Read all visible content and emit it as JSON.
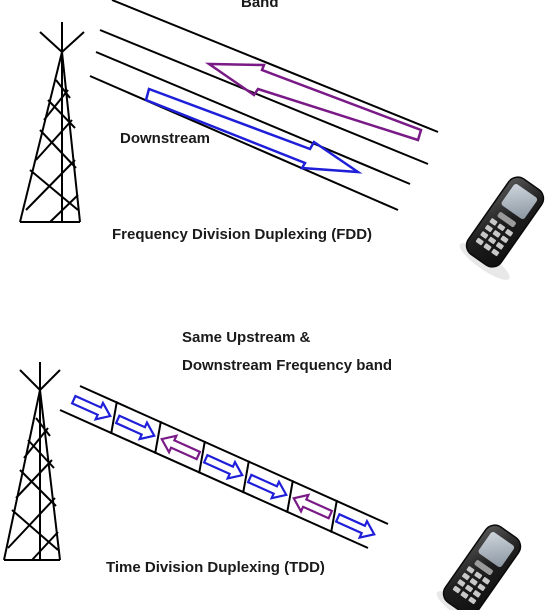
{
  "fdd": {
    "band_label": "Band",
    "downstream_label": "Downstream",
    "caption": "Frequency Division Duplexing (FDD)"
  },
  "tdd": {
    "same_band_line1": "Same Upstream &",
    "same_band_line2": "Downstream Frequency band",
    "caption": "Time Division Duplexing (TDD)",
    "slot_directions": [
      "down",
      "down",
      "up",
      "down",
      "down",
      "up",
      "down"
    ]
  },
  "colors": {
    "downstream": "#1f1fd9",
    "upstream": "#7a1a86",
    "line": "#000000",
    "phone_body": "#2b2b2b",
    "phone_keys": "#c8c8c8"
  },
  "icons": [
    "cell-tower-icon",
    "mobile-phone-icon"
  ]
}
